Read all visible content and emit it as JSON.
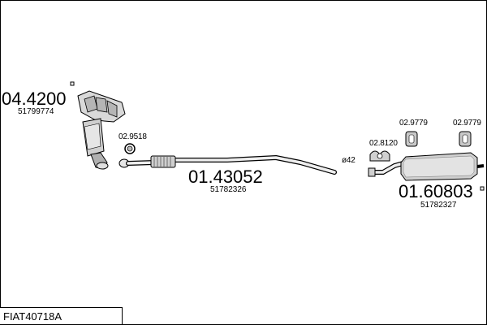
{
  "parts": {
    "manifold_converter": {
      "part_no": "04.4200",
      "oem": "51799774"
    },
    "clamp_front": {
      "part_no": "02.9518"
    },
    "middle_pipe": {
      "part_no": "01.43052",
      "oem": "51782326"
    },
    "pipe_diameter": {
      "label": "ø42"
    },
    "rubber_mount_small": {
      "part_no": "02.8120"
    },
    "rubber_mount_left": {
      "part_no": "02.9779"
    },
    "rubber_mount_right": {
      "part_no": "02.9779"
    },
    "rear_silencer": {
      "part_no": "01.60803",
      "oem": "51782327"
    }
  },
  "footer": {
    "code": "FIAT40718A"
  },
  "colors": {
    "line": "#000000",
    "fill_light": "#e6e6e6",
    "fill_mid": "#c8c8c8",
    "fill_dark": "#9a9a9a"
  }
}
